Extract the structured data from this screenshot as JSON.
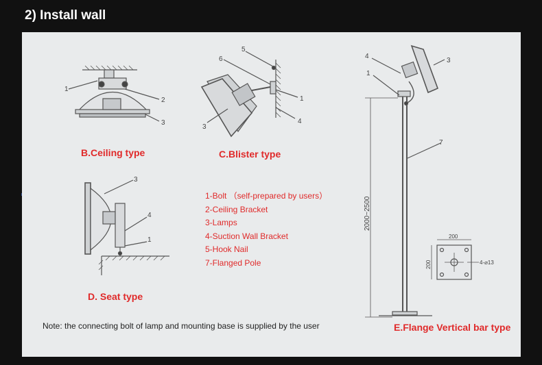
{
  "header": {
    "title": "2) Install wall"
  },
  "captions": {
    "ceiling": "B.Ceiling type",
    "blister": "C.Blister type",
    "seat": "D. Seat type",
    "flange": "E.Flange Vertical bar type"
  },
  "legend": [
    "1-Bolt （self-prepared by users）",
    "2-Ceiling Bracket",
    "3-Lamps",
    "4-Suction Wall Bracket",
    "5-Hook Nail",
    "7-Flanged Pole"
  ],
  "note": "Note: the connecting bolt of lamp and mounting base is supplied by the user",
  "callouts": {
    "ceiling": [
      "1",
      "2",
      "3"
    ],
    "blister": [
      "6",
      "5",
      "1",
      "4",
      "3"
    ],
    "seat": [
      "3",
      "4",
      "1"
    ],
    "flange": [
      "4",
      "1",
      "3",
      "7"
    ]
  },
  "dimensions": {
    "pole_height": "2000~2500",
    "base_width": "200",
    "base_height": "200",
    "bolt_holes": "4-⌀13"
  },
  "colors": {
    "caption": "#e02a2a",
    "panel": "#e9ebec",
    "line": "#555555"
  }
}
